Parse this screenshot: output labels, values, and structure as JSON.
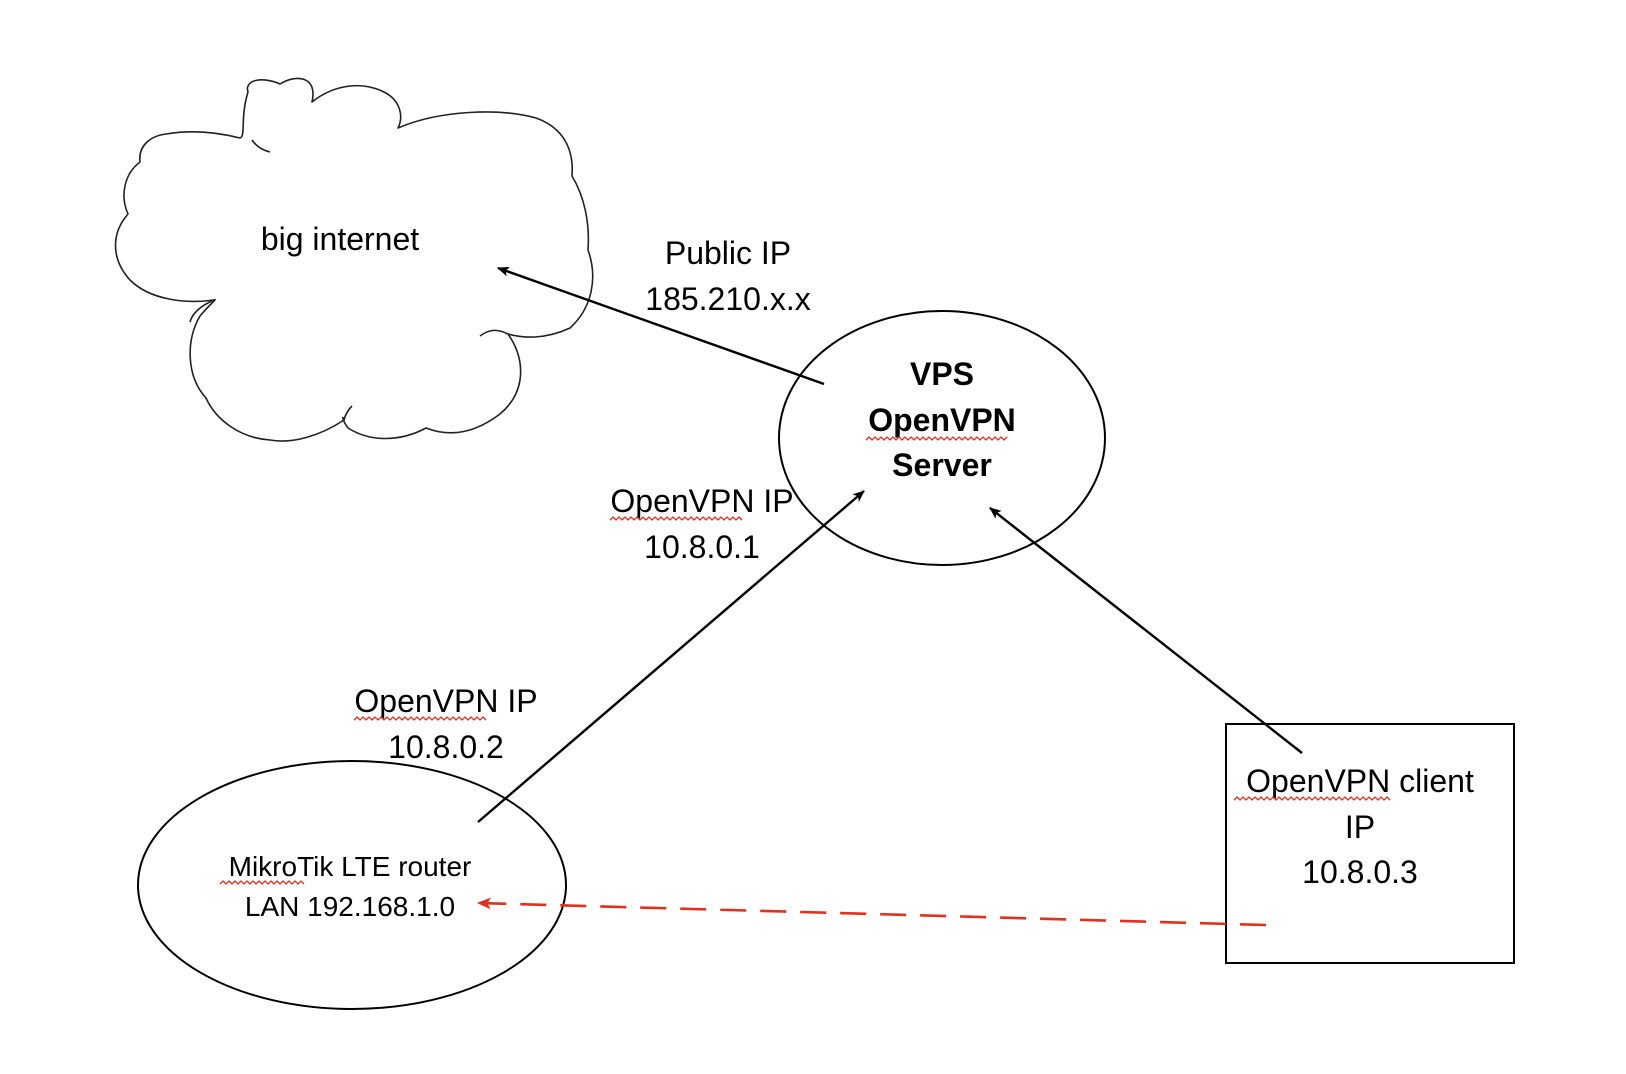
{
  "nodes": {
    "internet": {
      "label": "big internet"
    },
    "vps": {
      "lines": [
        "VPS",
        "OpenVPN",
        "Server"
      ]
    },
    "router": {
      "lines": [
        "MikroTik LTE router",
        "LAN 192.168.1.0"
      ]
    },
    "client": {
      "lines": [
        "OpenVPN client",
        "IP",
        "10.8.0.3"
      ]
    }
  },
  "edge_labels": {
    "public_ip": {
      "lines": [
        "Public IP",
        "185.210.x.x"
      ]
    },
    "vps_openvpn_ip": {
      "lines": [
        "OpenVPN IP",
        "10.8.0.1"
      ]
    },
    "router_openvpn_ip": {
      "lines": [
        "OpenVPN IP",
        "10.8.0.2"
      ]
    }
  },
  "colors": {
    "line": "#000000",
    "dashed_link": "#e0301e",
    "spellcheck_underline": "#e0301e"
  }
}
